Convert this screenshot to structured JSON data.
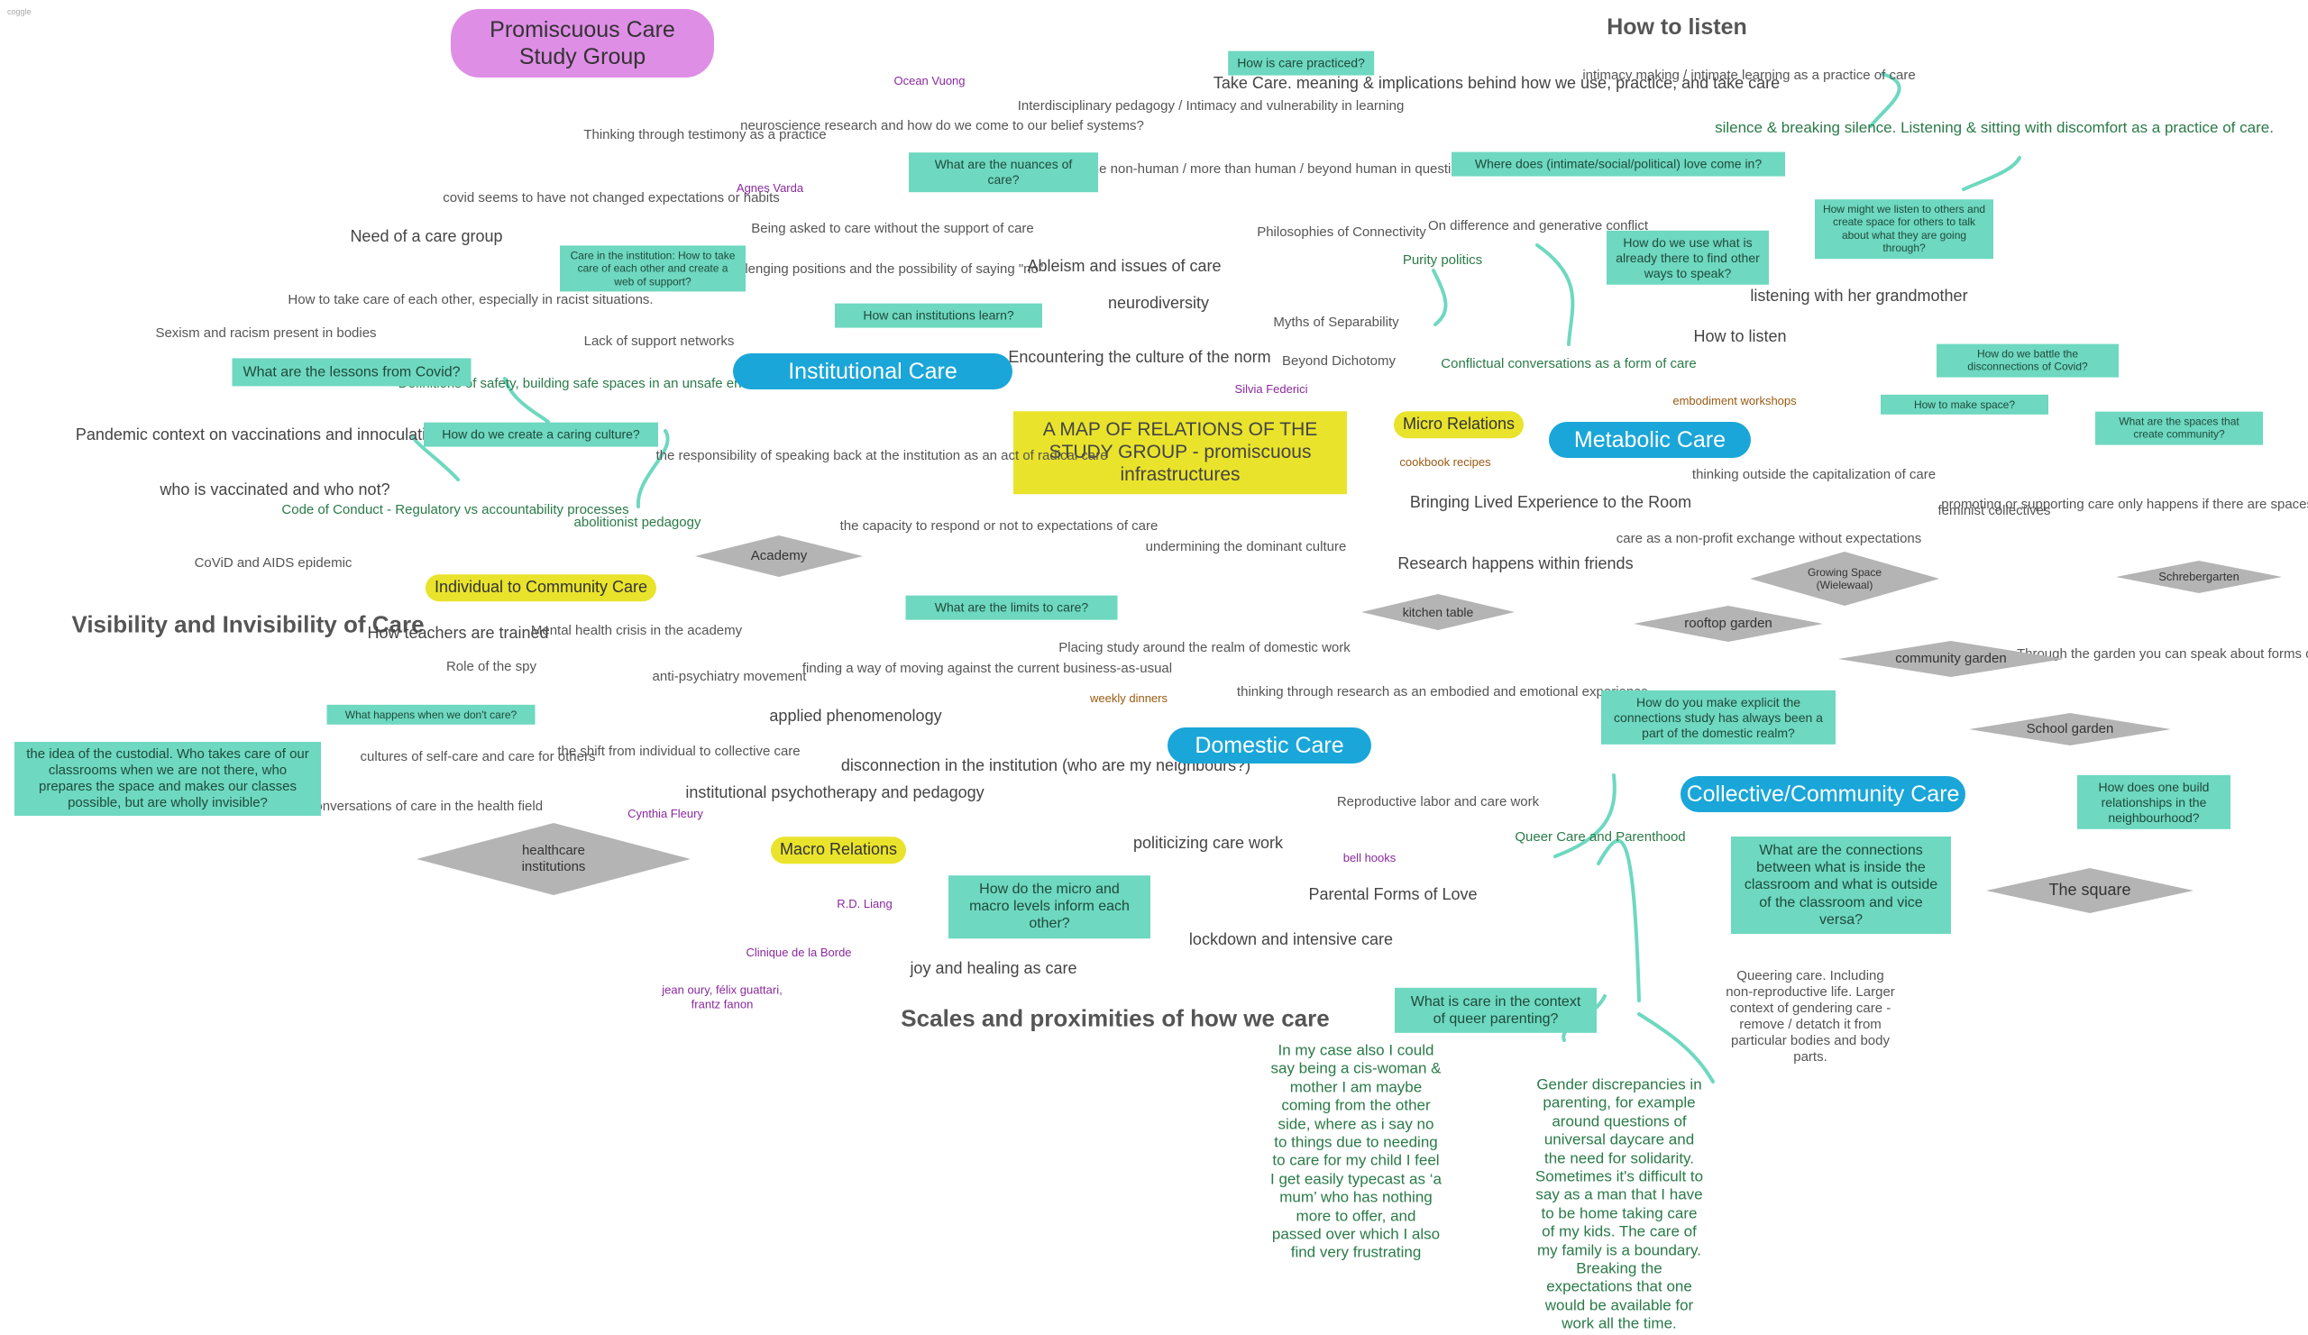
{
  "app": {
    "icon_label": "coggle"
  },
  "title": "Promiscuous Care Study Group",
  "center": "A MAP OF RELATIONS OF THE STUDY GROUP - promiscuous infrastructures",
  "how_to_listen_heading": "How to listen",
  "t1": "Thinking through testimony as a practice",
  "t2": "neuroscience research and how do we come to our belief systems?",
  "t3": "Interdisciplinary pedagogy / Intimacy and vulnerability in learning",
  "t4": "Take Care. meaning & implications behind how we use, practice, and take care",
  "t5": "intimacy making / intimate learning as a practice of care",
  "t6": "learning with & through the non-human / more than human / beyond human in questions of intimacy & care",
  "t7": "covid seems to have not changed expectations or habits",
  "t8": "Being asked to care without the support of care",
  "t9": "Need of a care group",
  "t10": "challenging positions and the possibility of saying \"no\"",
  "t11": "Ableism and issues of care",
  "t12": "Philosophies of Connectivity",
  "t13": "On difference and generative conflict",
  "t14": "How to take care of each other, especially in racist situations.",
  "t15": "neurodiversity",
  "t16": "listening with her grandmother",
  "t17": "Sexism and racism present in bodies",
  "t18": "Myths of Separability",
  "t19": "Lack of support networks",
  "t20": "Encountering the culture of the norm",
  "t21": "How to listen",
  "t22": "Beyond Dichotomy",
  "t23": "Pandemic context on vaccinations and innoculation",
  "t24": "the responsibility of speaking back at the institution as an act of radical care",
  "t25": "thinking outside the capitalization of care",
  "t26": "promoting or supporting care only happens if there are spaces to come together",
  "t27": "Bringing Lived Experience to the Room",
  "t28": "feminist collectives",
  "t29": "who is vaccinated and who not?",
  "t30": "the capacity to respond or not to expectations of care",
  "t31": "undermining the dominant culture",
  "t32": "care as a non-profit exchange without expectations",
  "t33": "CoViD and AIDS epidemic",
  "t34": "Research happens within friends",
  "t35": "Visibility and Invisibility of Care",
  "t36": "How teachers are trained",
  "t37": "Mental health crisis in the academy",
  "t38": "Placing study around the realm of domestic work",
  "t39": "Through the garden you can speak about forms of care",
  "t40": "Role of the spy",
  "t41": "anti-psychiatry movement",
  "t42": "finding a way of moving against the current business-as-usual",
  "t43": "thinking through research as an embodied and emotional experience",
  "t44": "applied phenomenology",
  "t45": "cultures of self-care and care for others",
  "t46": "the shift from individual to collective care",
  "t47": "disconnection in the institution (who are my neighbours?)",
  "t48": "conversations of care in the health field",
  "t49": "institutional psychotherapy and pedagogy",
  "t50": "Reproductive labor and care work",
  "t51": "politicizing care work",
  "t52": "Parental Forms of Love",
  "t53": "lockdown and intensive care",
  "t54": "joy and healing as care",
  "t55": "Queering care. Including non-reproductive life. Larger context of gendering care - remove / detatch it from particular bodies and body parts.",
  "scales_heading": "Scales and proximities of how we care",
  "g1": "silence & breaking silence. Listening & sitting with discomfort as a practice of care.",
  "g2": "Purity politics",
  "g3": "Definitions of safety, building safe spaces in an unsafe environment",
  "g4": "Conflictual conversations as a form of care",
  "g5": "Code of Conduct - Regulatory vs accountability processes",
  "g6": "abolitionist pedagogy",
  "g7": "Queer Care and Parenthood",
  "g8": "In my case also I could say being a cis-woman & mother I am maybe coming from the other side, where as i say no to things due to needing to care for my child I feel I get easily typecast as ‘a mum’ who has nothing more to offer, and passed over which I also find very frustrating",
  "g9": "Gender discrepancies in parenting, for example around questions of universal daycare and the need for solidarity. Sometimes it's difficult to say as a man that I have to be home taking care of my kids. The care of my family is a boundary. Breaking the expectations that one would be available for work all the time.",
  "p1": "Ocean Vuong",
  "p2": "Agnes Varda",
  "p3": "Silvia Federici",
  "p4": "Cynthia Fleury",
  "p5": "bell hooks",
  "p6": "R.D. Liang",
  "p7": "Clinique de la Borde",
  "p8": "jean oury, félix guattari, frantz fanon",
  "o1": "embodiment workshops",
  "o2": "cookbook recipes",
  "o3": "weekly dinners",
  "q1": "How is care practiced?",
  "q2": "What are the nuances of care?",
  "q3": "Where does (intimate/social/political) love come in?",
  "q4": "How might we listen to others and create space for others to talk about what they are going through?",
  "q5": "Care in the institution: How to take care of each other and create a web of support?",
  "q6": "How do we use what is already there to find other ways to speak?",
  "q7": "How can institutions learn?",
  "q8": "What are the lessons from Covid?",
  "q9": "How do we battle the disconnections of Covid?",
  "q10": "How to make space?",
  "q11": "What are the spaces that create community?",
  "q12": "How do we create a caring culture?",
  "q13": "What are the limits to care?",
  "q14": "How do you make explicit the connections study has always been a part of the domestic realm?",
  "q15": "What happens when we don't care?",
  "q16": "the idea of the custodial. Who takes care of our classrooms when we are not there, who prepares the space and makes our classes possible, but are wholly invisible?",
  "q17": "How does one build relationships in the neighbourhood?",
  "q18": "What are the connections between what is inside the classroom and what is outside of the classroom and vice versa?",
  "q19": "How do the micro and macro levels inform each other?",
  "q20": "What is care in the context of queer parenting?",
  "b1": "Institutional Care",
  "b2": "Metabolic Care",
  "b3": "Domestic Care",
  "b4": "Collective/Community Care",
  "y1": "Micro Relations",
  "y2": "Individual to Community Care",
  "y3": "Macro Relations",
  "d1": "Academy",
  "d2": "kitchen table",
  "d3": "Growing Space (Wielewaal)",
  "d4": "Schrebergarten",
  "d5": "rooftop garden",
  "d6": "community garden",
  "d7": "School garden",
  "d8": "healthcare institutions",
  "d9": "The square"
}
